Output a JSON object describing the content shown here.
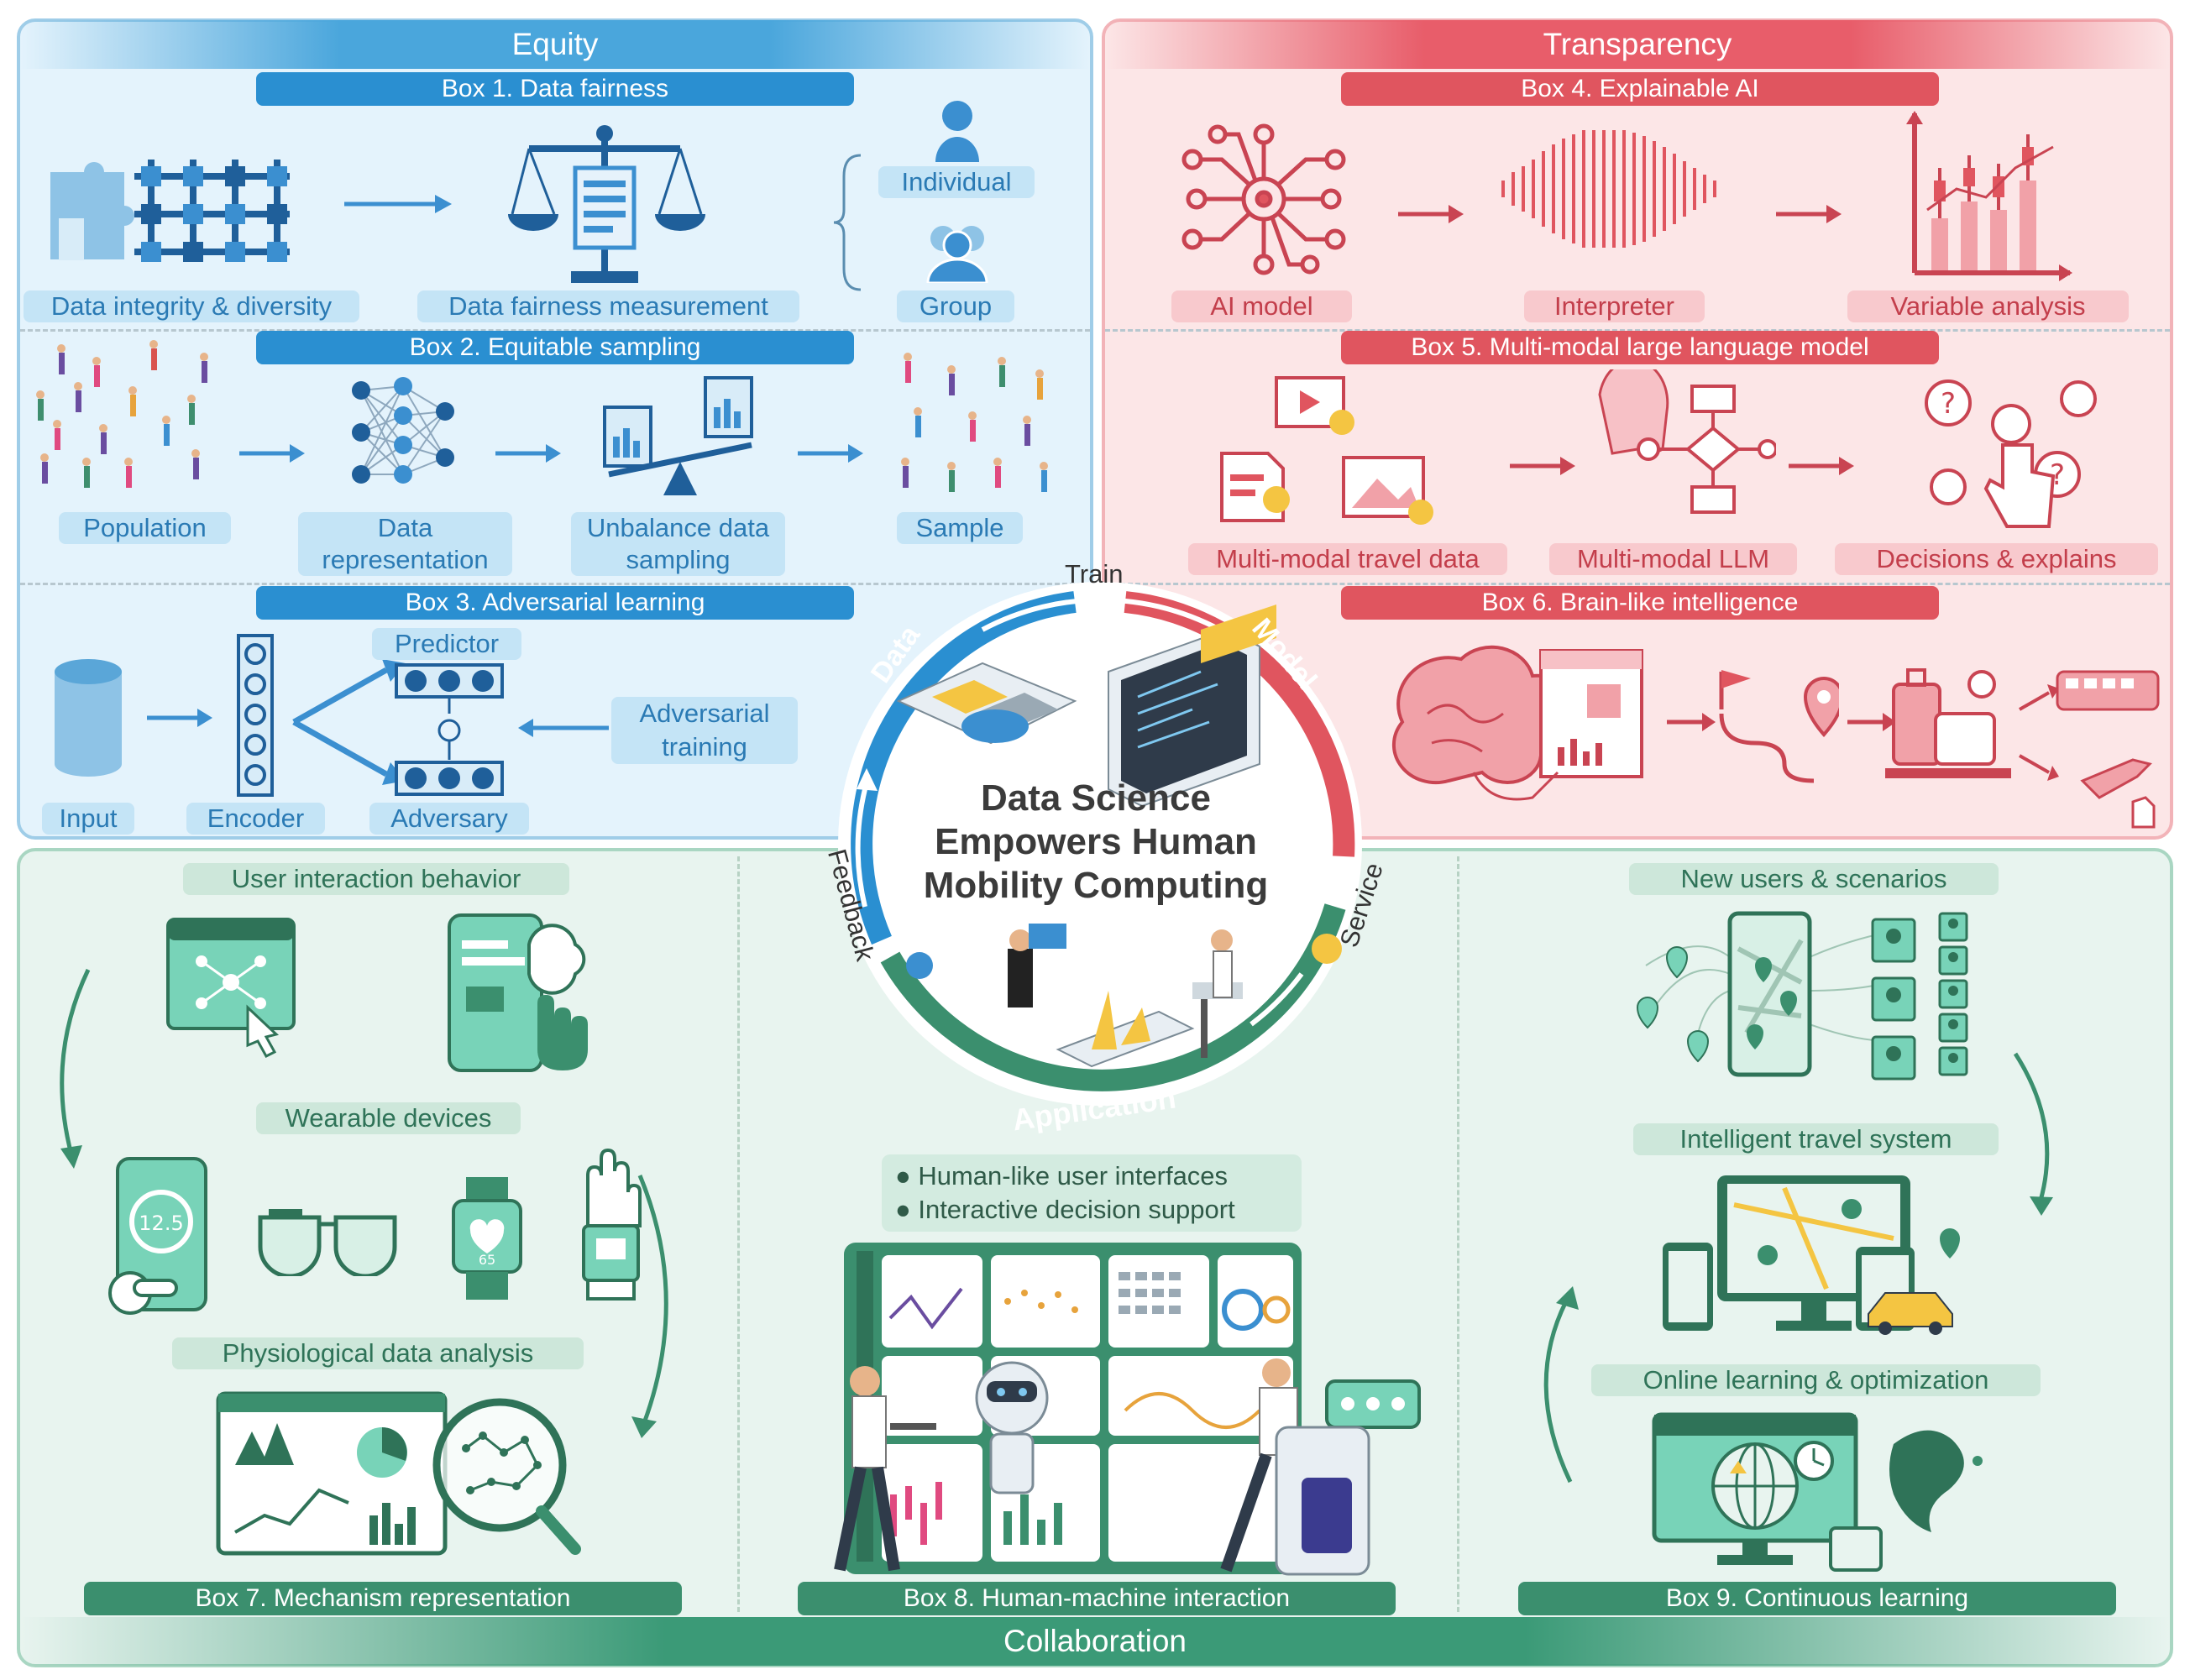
{
  "sections": {
    "equity": "Equity",
    "transparency": "Transparency",
    "collaboration": "Collaboration"
  },
  "boxes": {
    "b1": "Box 1. Data fairness",
    "b2": "Box 2. Equitable sampling",
    "b3": "Box 3. Adversarial learning",
    "b4": "Box 4. Explainable AI",
    "b5": "Box 5. Multi-modal large language model",
    "b6": "Box 6. Brain-like intelligence",
    "b7": "Box 7. Mechanism representation",
    "b8": "Box 8. Human-machine interaction",
    "b9": "Box 9. Continuous learning"
  },
  "box1": {
    "integrity": "Data integrity & diversity",
    "measurement": "Data fairness measurement",
    "individual": "Individual",
    "group": "Group"
  },
  "box2": {
    "population": "Population",
    "representation": "Data representation",
    "unbalance": "Unbalance data sampling",
    "sample": "Sample"
  },
  "box3": {
    "input": "Input",
    "encoder": "Encoder",
    "predictor": "Predictor",
    "adversary": "Adversary",
    "adv_training": "Adversarial training"
  },
  "box4": {
    "ai_model": "AI model",
    "interpreter": "Interpreter",
    "variable": "Variable analysis"
  },
  "box5": {
    "travel_data": "Multi-modal travel data",
    "llm": "Multi-modal LLM",
    "decisions": "Decisions & explains"
  },
  "center": {
    "title_l1": "Data Science",
    "title_l2": "Empowers Human",
    "title_l3": "Mobility Computing",
    "train": "Train",
    "data": "Data",
    "model": "Model",
    "service": "Service",
    "application": "Application",
    "feedback": "Feedback"
  },
  "box7": {
    "interaction": "User interaction behavior",
    "wearable": "Wearable devices",
    "physio": "Physiological data analysis",
    "watch_value": "65",
    "phone_value": "12.5"
  },
  "box8": {
    "bullet1": "Human-like user interfaces",
    "bullet2": "Interactive decision support"
  },
  "box9": {
    "new_users": "New users & scenarios",
    "intelligent": "Intelligent travel system",
    "online": "Online learning & optimization"
  },
  "colors": {
    "equity": "#2a8fd1",
    "transparency": "#e0555f",
    "collaboration": "#3b8f6e"
  }
}
